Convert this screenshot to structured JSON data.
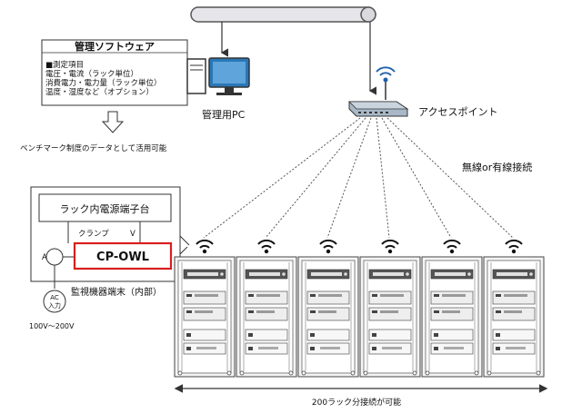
{
  "software_box": {
    "title": "管理ソフトウェア",
    "lines": [
      "■測定項目",
      "電圧・電流（ラック単位）",
      "消費電力・電力量（ラック単位）",
      "温度・湿度など（オプション）"
    ]
  },
  "data_usage_note": "ベンチマーク制度のデータとして活用可能",
  "pc_label": "管理用PC",
  "access_point_label": "アクセスポイント",
  "connection_label": "無線or有線接続",
  "rack_power_box": {
    "title": "ラック内電源端子台",
    "clamp_label": "クランプ",
    "v_label": "V",
    "a_label": "A",
    "device_label": "CP-OWL",
    "ac_label_top": "AC",
    "ac_label_bottom": "入力",
    "voltage_range": "100V～200V"
  },
  "monitor_terminal_label": "監視機器端末（内部）",
  "rack_count_note": "200ラック分接続が可能",
  "rack_count_shown": 6,
  "colors": {
    "device_border": "#d81e1e",
    "line": "#333333",
    "rack_fill": "#f4f4f4",
    "pipe_fill": "#e6e6ea"
  },
  "icons": [
    "down-arrow-outline-icon",
    "computer-icon",
    "wireless-router-icon",
    "wifi-icon",
    "server-rack-icon",
    "double-arrow-icon"
  ]
}
